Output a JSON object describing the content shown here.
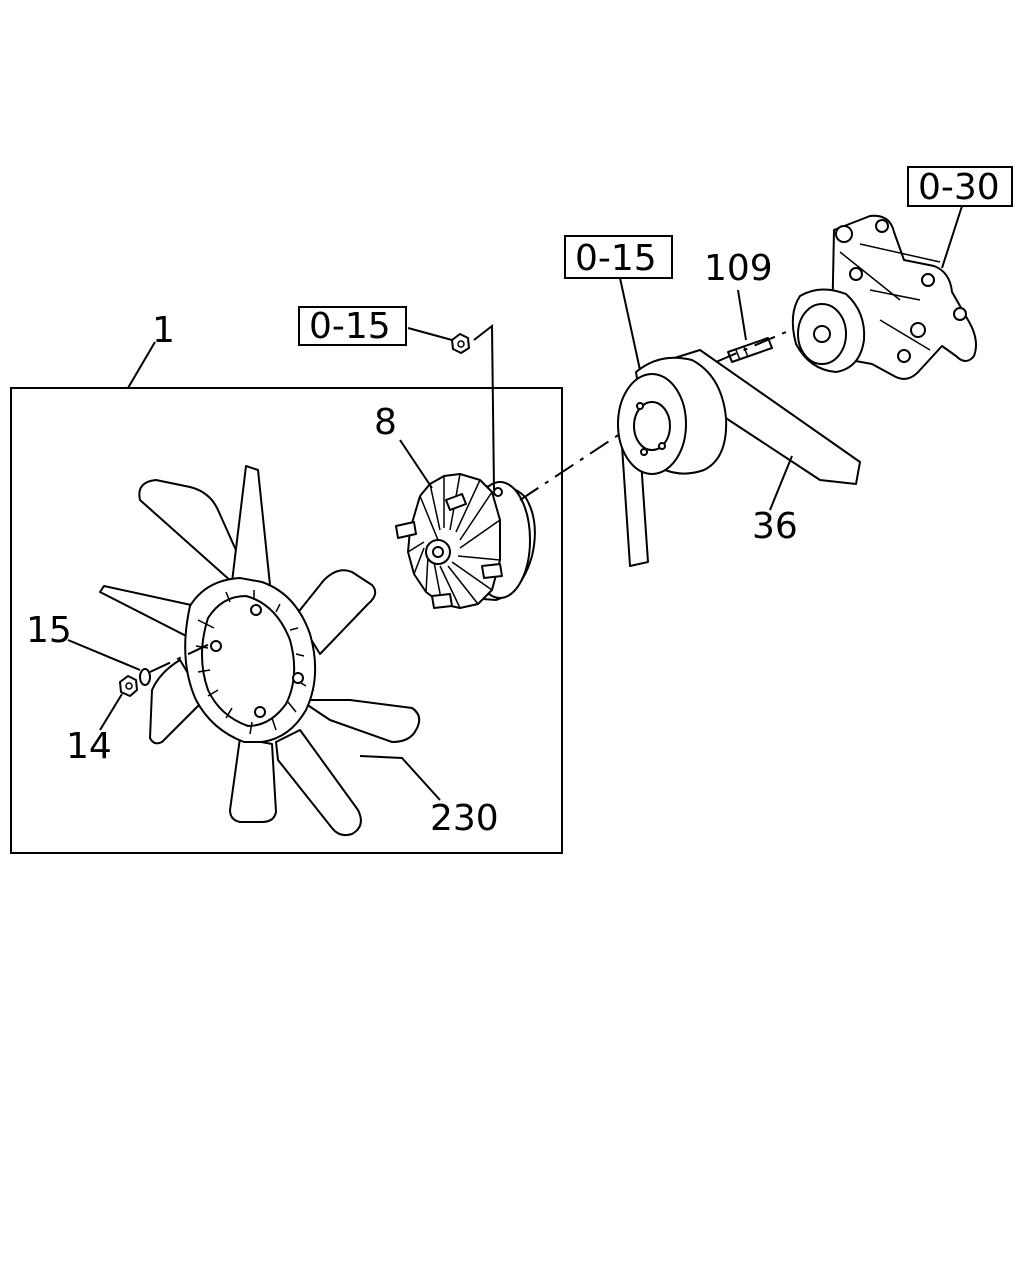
{
  "callouts": {
    "assembly": "1",
    "clutch": "8",
    "washer": "15",
    "nut": "14",
    "fan": "230",
    "belt": "36",
    "stud": "109"
  },
  "references": {
    "nut_ref": "0-15",
    "pulley_ref": "0-15",
    "pump_ref": "0-30"
  }
}
